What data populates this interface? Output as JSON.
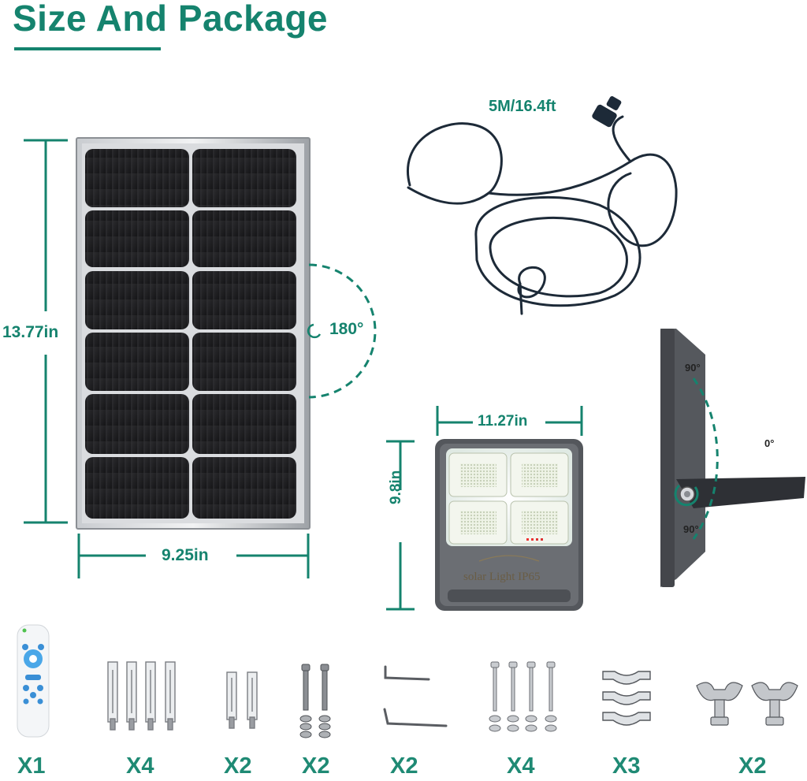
{
  "title": "Size And Package",
  "panel": {
    "height": "13.77in",
    "width": "9.25in",
    "rotation": "180°"
  },
  "cable": {
    "length": "5M/16.4ft"
  },
  "lamp": {
    "width": "11.27in",
    "height": "9.8in",
    "label": "solar Light IP65"
  },
  "bracket": {
    "angle_top": "90°",
    "angle_mid": "0°",
    "angle_bottom": "90°"
  },
  "accessories": [
    {
      "icon": "remote-control-icon",
      "qty": "X1"
    },
    {
      "icon": "expansion-bolt-large-icon",
      "qty": "X4"
    },
    {
      "icon": "expansion-bolt-small-icon",
      "qty": "X2"
    },
    {
      "icon": "screw-set-icon",
      "qty": "X2"
    },
    {
      "icon": "hex-key-icon",
      "qty": "X2"
    },
    {
      "icon": "long-screw-set-icon",
      "qty": "X4"
    },
    {
      "icon": "clamp-bracket-icon",
      "qty": "X3"
    },
    {
      "icon": "wing-bolt-icon",
      "qty": "X2"
    }
  ],
  "colors": {
    "accent": "#15836e",
    "panel_cell": "#1c1c1e",
    "lamp_body": "#4b4d52"
  }
}
